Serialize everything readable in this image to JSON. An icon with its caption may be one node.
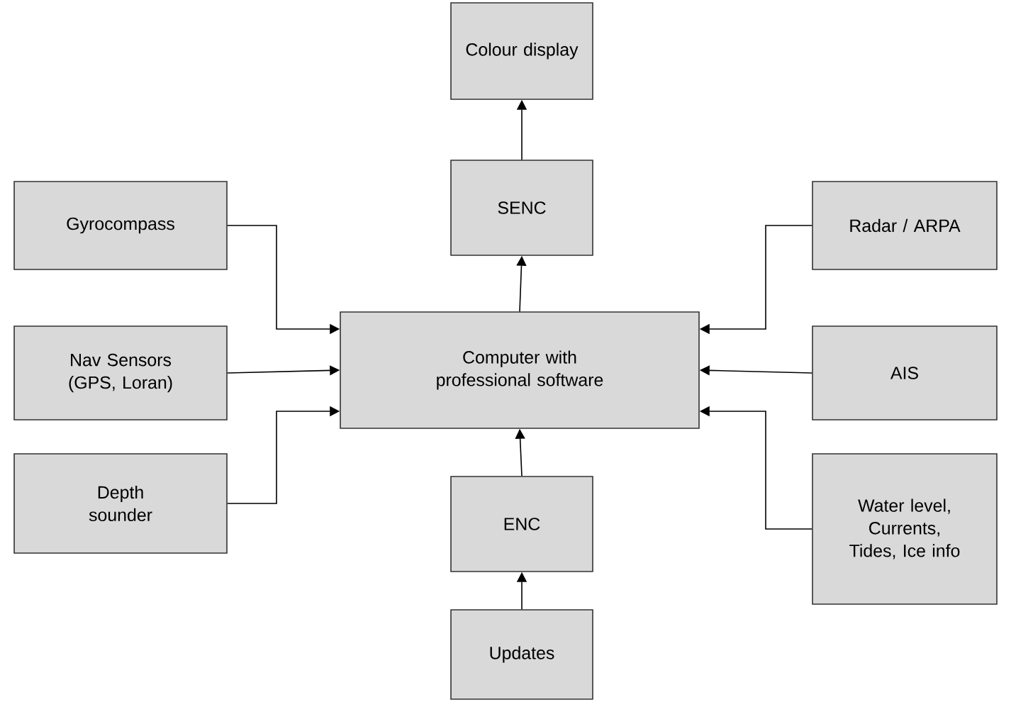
{
  "diagram": {
    "nodes": [
      {
        "text": [
          "Colour display"
        ]
      },
      {
        "text": [
          "Gyrocompass"
        ]
      },
      {
        "text": [
          "SENC"
        ]
      },
      {
        "text": [
          "Radar / ARPA"
        ]
      },
      {
        "text": [
          "Computer with professional software"
        ]
      },
      {
        "text": [
          "Nav Sensors (GPS, Loran)"
        ]
      },
      {
        "text": [
          "AIS"
        ]
      },
      {
        "text": [
          "Depth sounder"
        ]
      },
      {
        "text": [
          "ENC"
        ]
      },
      {
        "text": [
          "Water level, Currents, Tides, Ice info"
        ]
      },
      {
        "text": [
          "Updates"
        ]
      }
    ],
    "edges": [
      {
        "from": 2,
        "to": 0,
        "arrow": "to"
      },
      {
        "from": 4,
        "to": 2,
        "arrow": "to"
      },
      {
        "from": 1,
        "to": 4,
        "arrow": "to"
      },
      {
        "from": 3,
        "to": 4,
        "arrow": "to"
      },
      {
        "from": 5,
        "to": 4,
        "arrow": "to"
      },
      {
        "from": 6,
        "to": 4,
        "arrow": "to"
      },
      {
        "from": 7,
        "to": 4,
        "arrow": "to"
      },
      {
        "from": 9,
        "to": 4,
        "arrow": "to"
      },
      {
        "from": 8,
        "to": 4,
        "arrow": "to"
      },
      {
        "from": 10,
        "to": 8,
        "arrow": "to"
      }
    ]
  }
}
